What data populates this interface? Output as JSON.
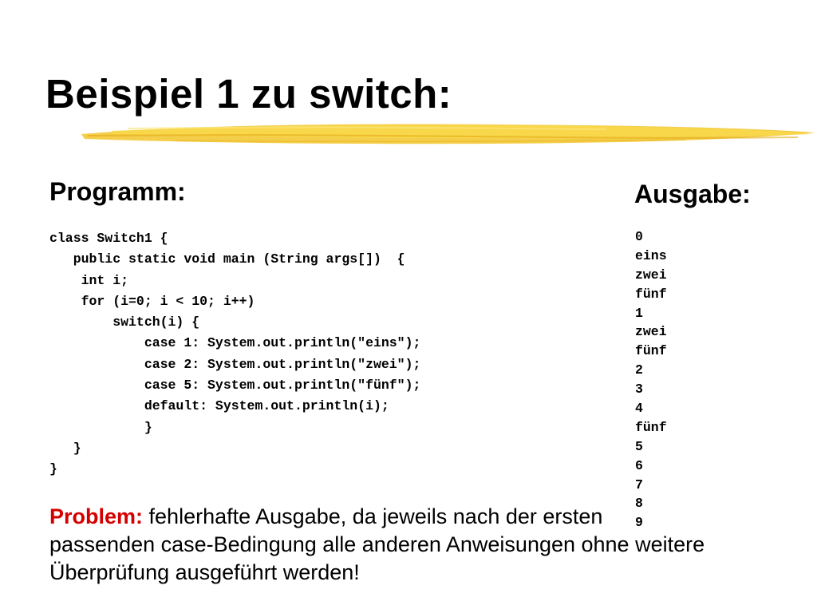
{
  "title": "Beispiel 1 zu switch:",
  "program_heading": "Programm:",
  "output_heading": "Ausgabe:",
  "code_lines": [
    "class Switch1 {",
    "   public static void main (String args[])  {",
    "    int i;",
    "    for (i=0; i < 10; i++)",
    "        switch(i) {",
    "            case 1: System.out.println(\"eins\");",
    "            case 2: System.out.println(\"zwei\");",
    "            case 5: System.out.println(\"fünf\");",
    "            default: System.out.println(i);",
    "            }",
    "   }",
    "}"
  ],
  "output_lines": [
    "0",
    "eins",
    "zwei",
    "fünf",
    "1",
    "zwei",
    "fünf",
    "2",
    "3",
    "4",
    "fünf",
    "5",
    "6",
    "7",
    "8",
    "9"
  ],
  "problem": {
    "label": "Problem:",
    "text": " fehlerhafte Ausgabe, da jeweils nach der ersten passenden case-Bedingung alle anderen Anweisungen ohne weitere Überprüfung ausgeführt werden!"
  },
  "colors": {
    "accent": "#f2c62a",
    "problem_label": "#d40000"
  }
}
